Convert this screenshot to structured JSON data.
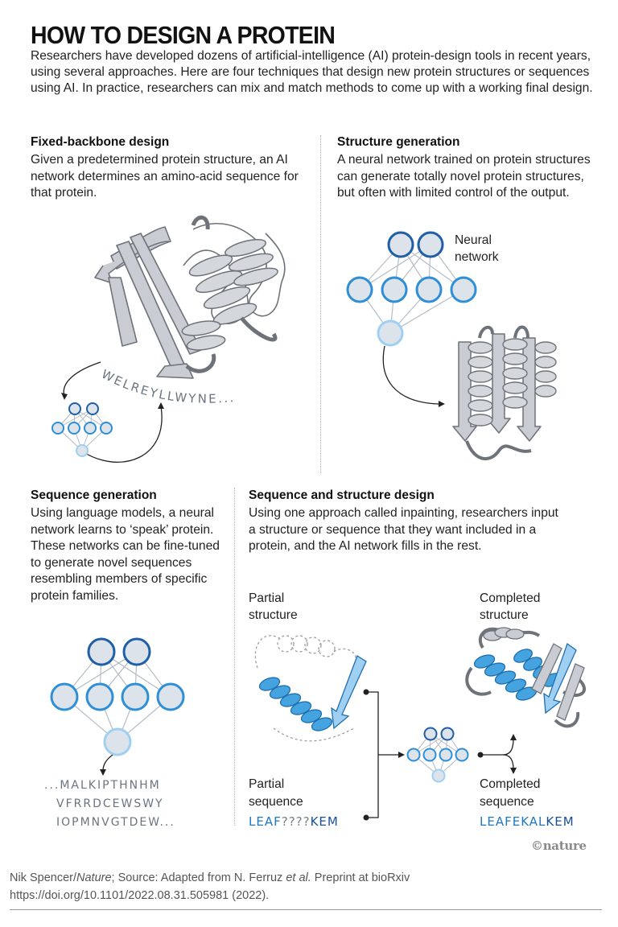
{
  "title": "HOW TO DESIGN A PROTEIN",
  "intro": "Researchers have developed dozens of artificial-intelligence (AI) protein-design tools in recent years, using several approaches. Here are four techniques that design new protein structures or sequences using AI. In practice, researchers can mix and match methods to come up with a working final design.",
  "sections": {
    "fixed_backbone": {
      "heading": "Fixed-backbone design",
      "body": "Given a predetermined protein structure, an AI network determines an amino-acid sequence for that protein.",
      "sequence": "WELREYLLWYNE..."
    },
    "structure_generation": {
      "heading": "Structure generation",
      "body": "A neural network trained on protein structures can generate totally novel protein structures, but often with limited control of the output.",
      "network_label_1": "Neural",
      "network_label_2": "network"
    },
    "sequence_generation": {
      "heading": "Sequence generation",
      "body": "Using language models, a neural network learns to ‘speak’ protein. These networks can be fine-tuned to generate novel sequences resembling members of specific protein families.",
      "seq_line_1": "...MALKIPTHNHM",
      "seq_line_2": "VFRRDCEWSWY",
      "seq_line_3": "IOPMNVGTDEW..."
    },
    "seq_struct_design": {
      "heading": "Sequence and structure design",
      "body": "Using one approach called inpainting, researchers input a structure or sequence that they want included in a protein, and the AI network fills in the rest.",
      "partial_structure_1": "Partial",
      "partial_structure_2": "structure",
      "completed_structure_1": "Completed",
      "completed_structure_2": "structure",
      "partial_sequence_1": "Partial",
      "partial_sequence_2": "sequence",
      "partial_seq_a": "LEAF",
      "partial_seq_b": "????",
      "partial_seq_c": "KEM",
      "completed_sequence_1": "Completed",
      "completed_sequence_2": "sequence",
      "completed_seq_a": "LEAF",
      "completed_seq_b": "EKAL",
      "completed_seq_c": "KEM"
    }
  },
  "logo": "©nature",
  "credit": {
    "author": "Nik Spencer/",
    "publication": "Nature",
    "source_prefix": "; Source: Adapted from N. Ferruz ",
    "etal": "et al.",
    "source_suffix": " Preprint at bioRxiv",
    "doi": "https://doi.org/10.1101/2022.08.31.505981 (2022)."
  },
  "colors": {
    "node_fill": "#dde3ea",
    "node_dark": "#1f5fa6",
    "node_mid": "#2f8fd6",
    "node_light": "#9fd0f2",
    "protein_gray": "#c8ccd2",
    "protein_blue": "#45a3e0"
  }
}
